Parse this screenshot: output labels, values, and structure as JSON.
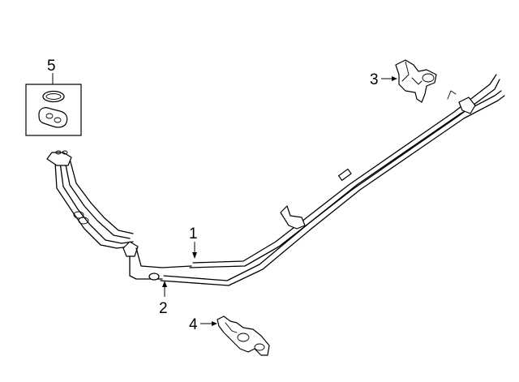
{
  "callouts": [
    {
      "id": "1",
      "part": "rear-line"
    },
    {
      "id": "2",
      "part": "front-line"
    },
    {
      "id": "3",
      "part": "bracket-upper"
    },
    {
      "id": "4",
      "part": "clip-lower"
    },
    {
      "id": "5",
      "part": "seal-kit"
    }
  ],
  "labels": {
    "c1": "1",
    "c2": "2",
    "c3": "3",
    "c4": "4",
    "c5": "5"
  }
}
